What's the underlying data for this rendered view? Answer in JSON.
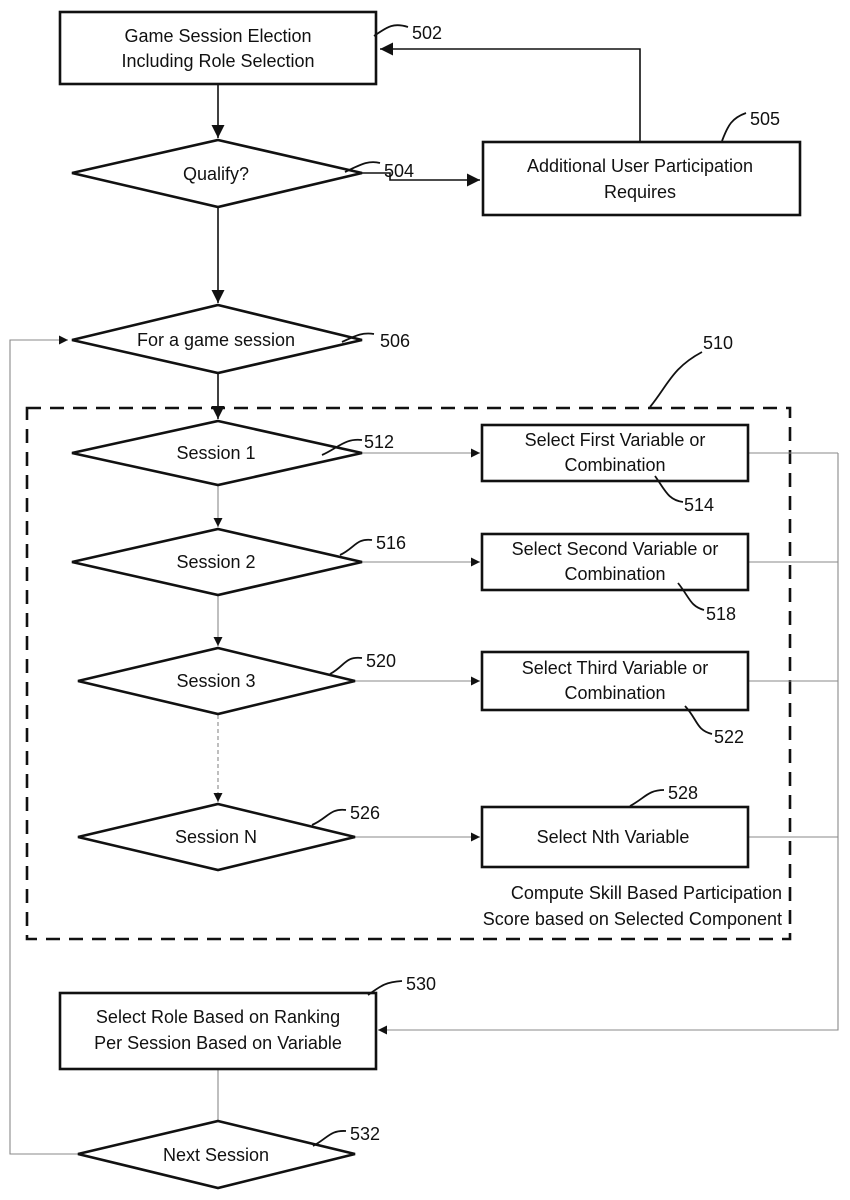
{
  "figure": {
    "nodes": [
      {
        "id": "502",
        "shape": "rect",
        "lines": [
          "Game Session Election",
          "Including Role Selection"
        ],
        "ref": "502"
      },
      {
        "id": "504",
        "shape": "diamond",
        "lines": [
          "Qualify?"
        ],
        "ref": "504"
      },
      {
        "id": "505",
        "shape": "rect",
        "lines": [
          "Additional User Participation",
          "Requires"
        ],
        "ref": "505"
      },
      {
        "id": "506",
        "shape": "diamond",
        "lines": [
          "For a game session"
        ],
        "ref": "506"
      },
      {
        "id": "512",
        "shape": "diamond",
        "lines": [
          "Session 1"
        ],
        "ref": "512"
      },
      {
        "id": "514",
        "shape": "rect",
        "lines": [
          "Select First Variable or",
          "Combination"
        ],
        "ref": "514"
      },
      {
        "id": "516",
        "shape": "diamond",
        "lines": [
          "Session 2"
        ],
        "ref": "516"
      },
      {
        "id": "518",
        "shape": "rect",
        "lines": [
          "Select Second Variable or",
          "Combination"
        ],
        "ref": "518"
      },
      {
        "id": "520",
        "shape": "diamond",
        "lines": [
          "Session 3"
        ],
        "ref": "520"
      },
      {
        "id": "522",
        "shape": "rect",
        "lines": [
          "Select Third Variable or",
          "Combination"
        ],
        "ref": "522"
      },
      {
        "id": "526",
        "shape": "diamond",
        "lines": [
          "Session N"
        ],
        "ref": "526"
      },
      {
        "id": "528",
        "shape": "rect",
        "lines": [
          "Select Nth Variable"
        ],
        "ref": "528"
      },
      {
        "id": "530",
        "shape": "rect",
        "lines": [
          "Select Role Based on Ranking",
          "Per Session Based on Variable"
        ],
        "ref": "530"
      },
      {
        "id": "532",
        "shape": "diamond",
        "lines": [
          "Next Session"
        ],
        "ref": "532"
      }
    ],
    "group": {
      "ref": "510",
      "note_lines": [
        "Compute Skill Based Participation",
        "Score based on Selected Component"
      ]
    },
    "edges": [
      {
        "from": "502",
        "to": "504",
        "style": "solid"
      },
      {
        "from": "504",
        "to": "505",
        "style": "solid"
      },
      {
        "from": "505",
        "to": "502",
        "style": "solid"
      },
      {
        "from": "504",
        "to": "506",
        "style": "solid"
      },
      {
        "from": "506",
        "to": "512",
        "style": "solid"
      },
      {
        "from": "512",
        "to": "514",
        "style": "thin"
      },
      {
        "from": "512",
        "to": "516",
        "style": "thin"
      },
      {
        "from": "516",
        "to": "518",
        "style": "thin"
      },
      {
        "from": "516",
        "to": "520",
        "style": "thin"
      },
      {
        "from": "520",
        "to": "522",
        "style": "thin"
      },
      {
        "from": "520",
        "to": "526",
        "style": "dashed"
      },
      {
        "from": "526",
        "to": "528",
        "style": "thin"
      },
      {
        "from": "514",
        "to": "530",
        "style": "thin"
      },
      {
        "from": "518",
        "to": "530",
        "style": "thin"
      },
      {
        "from": "522",
        "to": "530",
        "style": "thin"
      },
      {
        "from": "528",
        "to": "530",
        "style": "thin"
      },
      {
        "from": "530",
        "to": "532",
        "style": "thin"
      },
      {
        "from": "532",
        "to": "506",
        "style": "thin"
      }
    ]
  }
}
